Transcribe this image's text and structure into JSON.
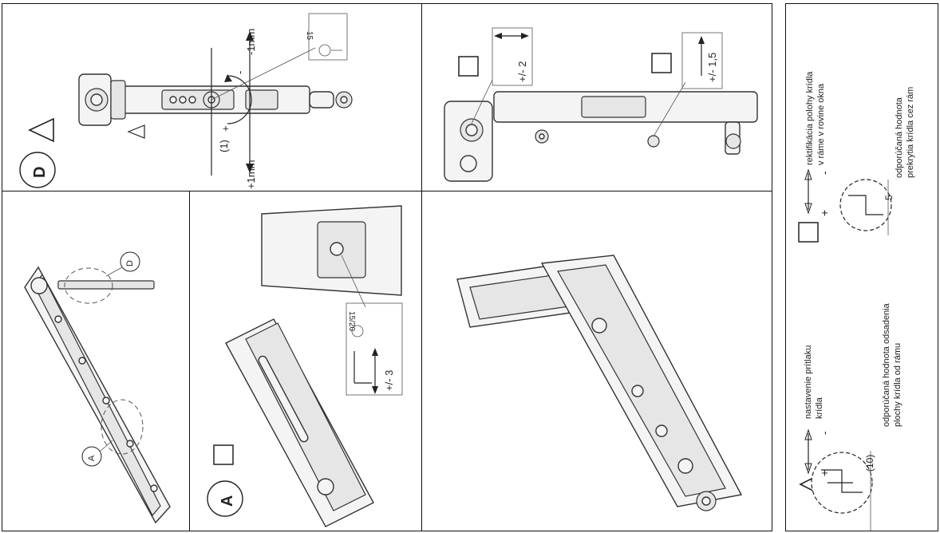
{
  "panel_d": {
    "letter": "D",
    "plus_1mm": "+1mm",
    "minus_1mm": "-1mm",
    "paren_1": "(1)",
    "plus": "+",
    "minus": "-",
    "callout": "15"
  },
  "panel_overview": {
    "label_a": "A",
    "label_d": "D"
  },
  "panel_a": {
    "letter": "A",
    "callout": "15/20",
    "adjust": "+/- 3"
  },
  "panel_top": {
    "adjust_1": "+/- 2",
    "adjust_2": "+/- 1,5"
  },
  "legend": {
    "item1_line1": "nastavenie prítlaku",
    "item1_line2": "krídla",
    "item2_line1": "rektifikácia polohy krídla",
    "item2_line2": "v ráme v rovine okna",
    "item3_line1": "odporúčaná hodnota odsadenia",
    "item3_line2": "plochy krídla od rámu",
    "item3_value": "(10)",
    "item4_line1": "odporúčaná hodnota",
    "item4_line2": "prekrytia krídla cez rám",
    "item4_value": "5",
    "plus": "+",
    "minus": "-"
  }
}
